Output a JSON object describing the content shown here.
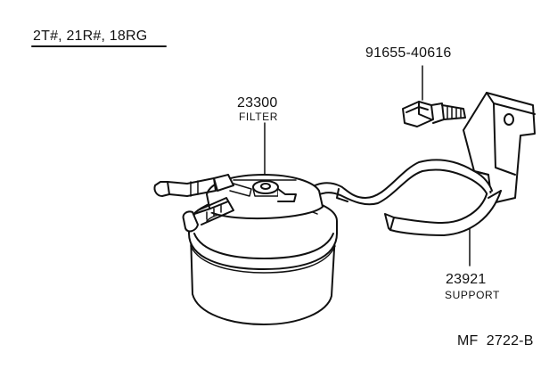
{
  "header": {
    "model_codes": "2T#, 21R#, 18RG"
  },
  "parts": [
    {
      "part_number": "91655-40616",
      "name": ""
    },
    {
      "part_number": "23300",
      "name": "FILTER"
    },
    {
      "part_number": "23921",
      "name": "SUPPORT"
    }
  ],
  "footer": {
    "figure_ref": "MF  2722-B"
  },
  "colors": {
    "ink": "#111111",
    "paper": "#ffffff"
  }
}
